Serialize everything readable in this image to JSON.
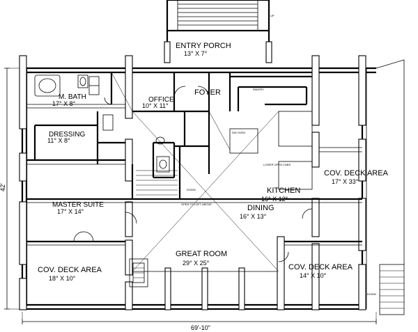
{
  "plan": {
    "rooms": {
      "entry_porch": {
        "name": "ENTRY PORCH",
        "dim": "13° X 7°"
      },
      "m_bath": {
        "name": "M. BATH",
        "dim": "17° X 8°"
      },
      "office": {
        "name": "OFFICE",
        "dim": "10° X 11°"
      },
      "foyer": {
        "name": "FOYER"
      },
      "dressing": {
        "name": "DRESSING",
        "dim": "11° X 8°"
      },
      "master_suite": {
        "name": "MASTER SUITE",
        "dim": "17° X 14°"
      },
      "kitchen": {
        "name": "KITCHEN",
        "dim": "16° X 12°"
      },
      "dining": {
        "name": "DINING",
        "dim": "16° X 13°"
      },
      "great_room": {
        "name": "GREAT ROOM",
        "dim": "29° X 25°"
      },
      "cov_deck_right": {
        "name": "COV. DECK AREA",
        "dim": "17° X 33°"
      },
      "cov_deck_left": {
        "name": "COV. DECK AREA",
        "dim": "18° X 10°"
      },
      "cov_deck_mid": {
        "name": "COV. DECK AREA",
        "dim": "14° X 10°"
      }
    },
    "labels": {
      "pantry": "PANTRY",
      "up": "UP",
      "down": "DOWN",
      "down_right": "DOWN",
      "dw_oven": "DW OVEN",
      "line_open_cabinets": "LOWER OPEN CABS",
      "opening_above": "OPEN TO LOFT ABOVE"
    },
    "dimensions": {
      "width": "69'-10\"",
      "height": "42'"
    }
  }
}
